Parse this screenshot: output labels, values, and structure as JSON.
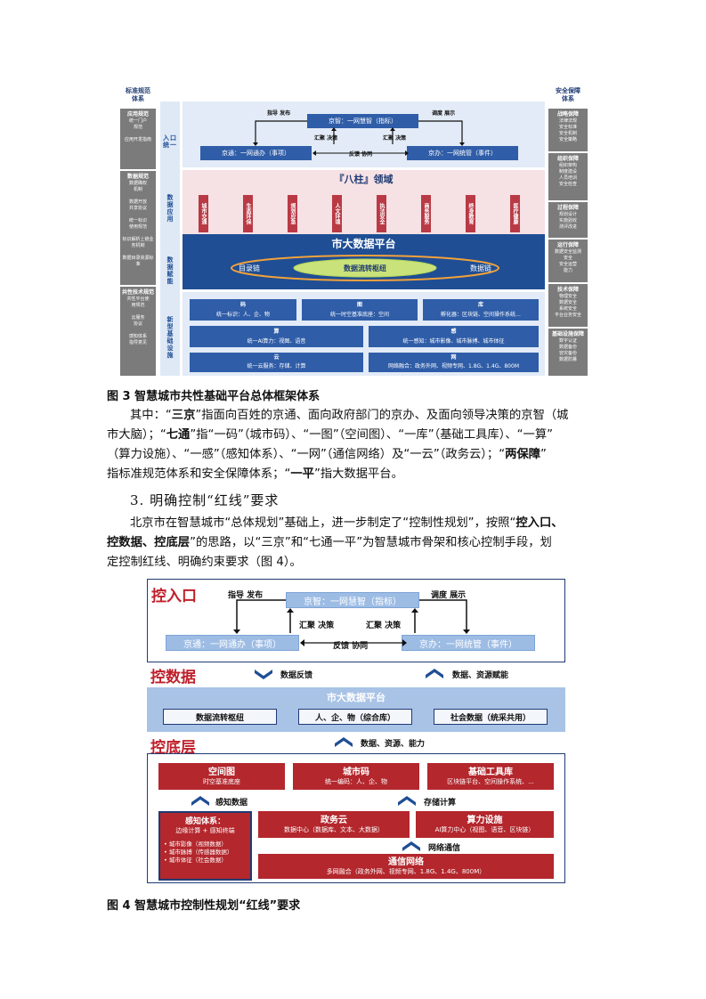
{
  "fig3": {
    "left_header": "标准规范\n体系",
    "right_header": "安全保障\n体系",
    "left_blocks": [
      {
        "title": "应用规范",
        "items": "统一门户\n规范\n\n应用开发指南"
      },
      {
        "title": "数据规范",
        "items": "数据确权\n机制\n\n数据开放\n共享协议\n\n统一标识\n使用规范\n\n标识解析上链业\n务机制\n\n数据目录资源标\n准"
      },
      {
        "title": "共性技术规范",
        "items": "共性平台使\n用规范\n\n云服务\n协议\n\n感知体系\n指导意见"
      }
    ],
    "right_blocks": [
      {
        "title": "战略保障",
        "items": "法律法规\n安全标准\n安全机制\n安全策略"
      },
      {
        "title": "组织保障",
        "items": "组织架构\n制度建设\n人员培训\n安全检查"
      },
      {
        "title": "过程保障",
        "items": "规划设计\n实施验收\n测评改进"
      },
      {
        "title": "运行保障",
        "items": "数据安全监测\n安全\n安全运营\n能力"
      },
      {
        "title": "技术保障",
        "items": "物理安全\n数据安全\n系统安全\n平台业务安全"
      },
      {
        "title": "基础设施保障",
        "items": "数字认证\n数据备份\n容灾备份\n数据防篡"
      }
    ],
    "entry_label": "入口\n统一",
    "app_label": "数据应用",
    "gov_label": "数据赋能",
    "base_label": "新型基础设施",
    "jingzhi": "京智：一网慧智（指标）",
    "jingtong": "京通：一网通办（事项）",
    "jingban": "京办：一网统管（事件）",
    "guide": "指导 发布",
    "dispatch": "调度 展示",
    "gather1": "汇聚 决策",
    "gather2": "汇聚 决策",
    "feedback": "反馈 协同",
    "pillars_title": "『八柱』领域",
    "pillars": [
      "城市交通",
      "生态环保",
      "规划应急",
      "人文环境",
      "执法安全",
      "商务服务",
      "终身教育",
      "医疗健康"
    ],
    "platform": "市大数据平台",
    "chain_left": "目录链",
    "chain_mid": "数据流转枢纽",
    "chain_right": "数据链",
    "row1": [
      {
        "head": "码",
        "text": "统一标识：人、企、物"
      },
      {
        "head": "图",
        "text": "统一时空基准底座：空间"
      },
      {
        "head": "库",
        "text": "孵化器：区块链、空间操作系统…"
      }
    ],
    "row2": [
      {
        "head": "算",
        "text": "统一AI算力：视图、语音"
      },
      {
        "head": "感",
        "text": "统一感知：城市影像、城市脉搏、城市体征"
      }
    ],
    "row3": [
      {
        "head": "云",
        "text": "统一云服务：存储、计算"
      },
      {
        "head": "网",
        "text": "网络融合：政务外网、视频专网、1.8G、1.4G、800M"
      }
    ]
  },
  "caption3": "图 3  智慧城市共性基础平台总体框架体系",
  "para1": [
    [
      {
        "t": "其中：“",
        "b": false
      },
      {
        "t": "三京",
        "b": true
      },
      {
        "t": "”指面向百姓的京通、面向政府部门的京办、及面向领导决策的京智（城",
        "b": false
      }
    ],
    [
      {
        "t": "市大脑）；“",
        "b": false
      },
      {
        "t": "七通",
        "b": true
      },
      {
        "t": "”指“一码”（城市码）、“一图”（空间图）、“一库”（基础工具库）、“一算”",
        "b": false
      }
    ],
    [
      {
        "t": "（算力设施）、“一感”（感知体系）、“一网”（通信网络）及“一云”（政务云）；“",
        "b": false
      },
      {
        "t": "两保障",
        "b": true
      },
      {
        "t": "”",
        "b": false
      }
    ],
    [
      {
        "t": "指标准规范体系和安全保障体系；“",
        "b": false
      },
      {
        "t": "一平",
        "b": true
      },
      {
        "t": "”指大数据平台。",
        "b": false
      }
    ]
  ],
  "heading3": "3. 明确控制“红线”要求",
  "para2": [
    [
      {
        "t": "北京市在智慧城市“总体规划”基础上，进一步制定了“控制性规划”，按照“",
        "b": false
      },
      {
        "t": "控入口、",
        "b": true
      }
    ],
    [
      {
        "t": "控数据、控底层",
        "b": true
      },
      {
        "t": "”的思路，以“三京”和“七通一平”为智慧城市骨架和核心控制手段，划",
        "b": false
      }
    ],
    [
      {
        "t": "定控制红线、明确约束要求（图 4）。",
        "b": false
      }
    ]
  ],
  "fig4": {
    "entry_title": "控入口",
    "data_title": "控数据",
    "base_title": "控底层",
    "jingzhi": "京智：一网慧智（指标）",
    "jingtong": "京通：一网通办（事项）",
    "jingban": "京办：一网统管（事件）",
    "guide": "指导 发布",
    "dispatch": "调度 展示",
    "gather1": "汇聚 决策",
    "gather2": "汇聚 决策",
    "feedback": "反馈 协同",
    "data_feedback": "数据反馈",
    "data_resource": "数据、资源赋能",
    "platform": "市大数据平台",
    "platform_items": [
      "数据流转枢纽",
      "人、企、物（综合库）",
      "社会数据（统采共用）"
    ],
    "base_up": "数据、资源、能力",
    "top_row": [
      {
        "title": "空间图",
        "sub": "时空基准底座"
      },
      {
        "title": "城市码",
        "sub": "统一编码：人、企、物"
      },
      {
        "title": "基础工具库",
        "sub": "区块链平台、空间操作系统、..."
      }
    ],
    "sense_data": "感知数据",
    "storage_compute": "存储计算",
    "sense_title": "感知体系：",
    "sense_sub": "边缘计算 + 感知终端",
    "sense_items": [
      "城市影像（视频数据）",
      "城市脉搏（传感器数据）",
      "城市体征（社会数据）"
    ],
    "gov_cloud": {
      "title": "政务云",
      "sub": "数据中心（数据库、文本、大数据）"
    },
    "compute": {
      "title": "算力设施",
      "sub": "AI算力中心（视图、语音、区块链）"
    },
    "net_comm": "网络通信",
    "network": {
      "title": "通信网络",
      "sub": "多网融合（政务外网、视频专网、1.8G、1.4G、800M）"
    }
  },
  "caption4": "图 4  智慧城市控制性规划“红线”要求"
}
